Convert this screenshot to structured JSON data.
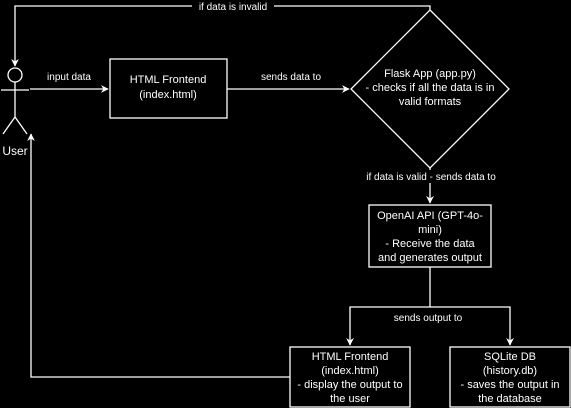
{
  "colors": {
    "background": "#000000",
    "stroke": "#ffffff",
    "text": "#ffffff"
  },
  "actor": {
    "label": "User"
  },
  "nodes": {
    "frontend_input": {
      "lines": [
        "HTML Frontend",
        "(index.html)"
      ]
    },
    "flask": {
      "lines": [
        "Flask App (app.py)",
        "- checks if all the data is in",
        "valid formats"
      ]
    },
    "openai": {
      "lines": [
        "OpenAI API (GPT-4o-",
        "mini)",
        "- Receive the data",
        "and generates output"
      ]
    },
    "frontend_output": {
      "lines": [
        "HTML Frontend",
        "(index.html)",
        "- display the output to",
        "the user"
      ]
    },
    "sqlite": {
      "lines": [
        "SQLite DB",
        "(history.db)",
        "- saves the output in",
        "the database"
      ]
    }
  },
  "edges": {
    "input_data": "input data",
    "sends_data_to": "sends data to",
    "if_invalid": "if data is invalid",
    "if_valid": "if data is valid - sends data to",
    "sends_output_to": "sends output to"
  }
}
